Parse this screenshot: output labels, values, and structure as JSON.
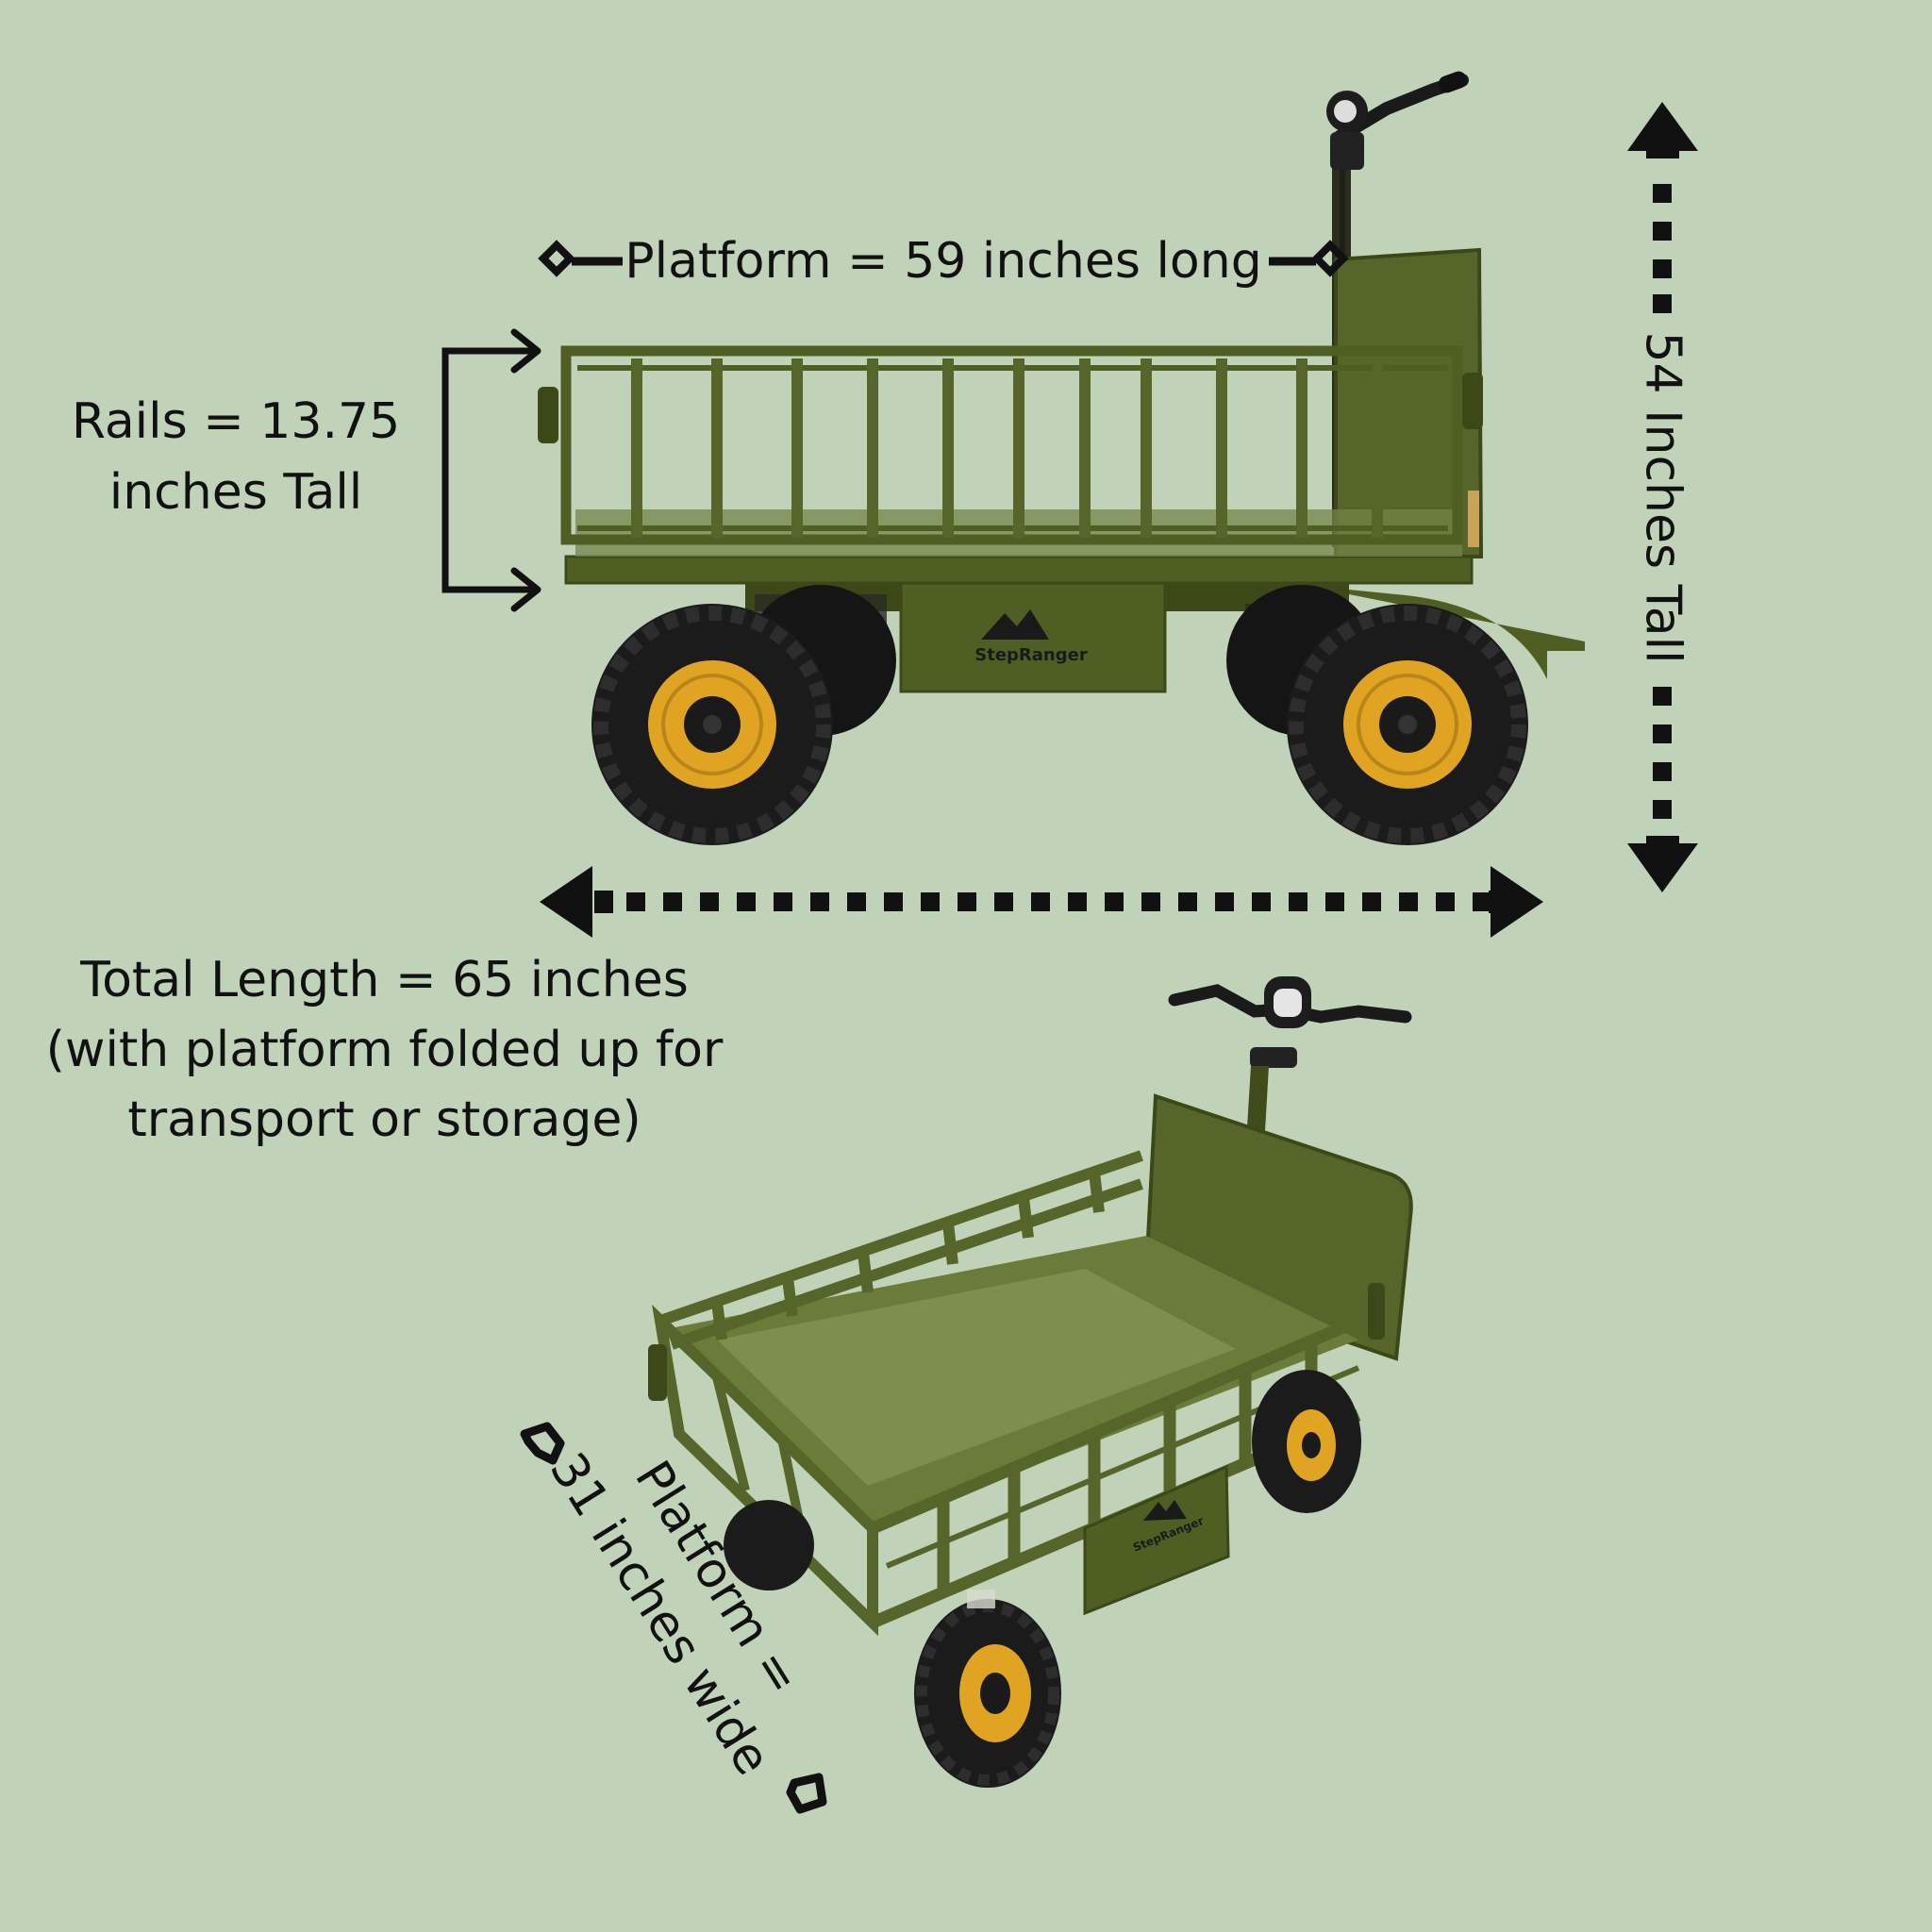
{
  "labels": {
    "platform_length": "Platform = 59 inches long",
    "rails_line1": "Rails = 13.75",
    "rails_line2": "inches Tall",
    "height": "54 Inches Tall",
    "total_line1": "Total Length = 65 inches",
    "total_line2": "(with platform folded up for",
    "total_line3": "transport or storage)",
    "width_line1": "Platform =",
    "width_line2": "31 inches wide",
    "brand_top": "StepRanger",
    "brand_bottom": "StepRanger"
  },
  "colors": {
    "background": "#c0d3b9",
    "cart_body": "#4f5e23",
    "cart_dark": "#3c4818",
    "cart_light": "#6a7a36",
    "tire": "#1b1b1b",
    "rim": "#e0a422",
    "ink": "#111111"
  }
}
